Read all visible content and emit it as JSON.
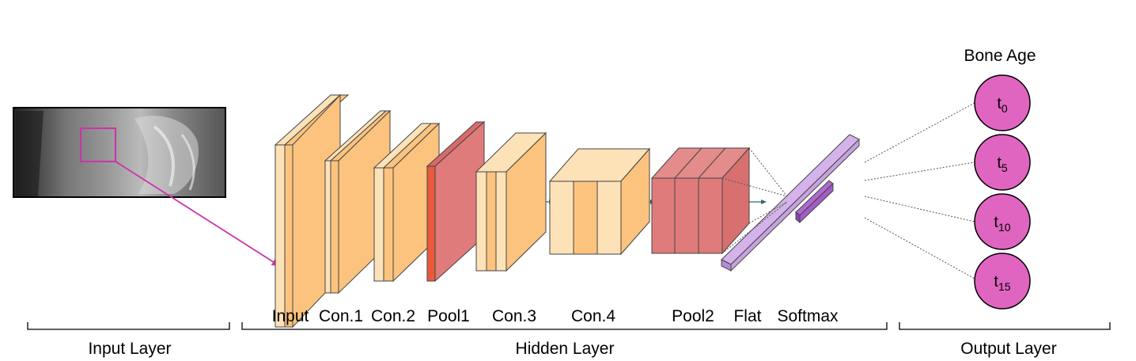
{
  "output": {
    "title": "Bone Age",
    "nodes": [
      {
        "base": "t",
        "sub": "0"
      },
      {
        "base": "t",
        "sub": "5"
      },
      {
        "base": "t",
        "sub": "10"
      },
      {
        "base": "t",
        "sub": "15"
      }
    ]
  },
  "layers": {
    "input": "Input",
    "con1": "Con.1",
    "con2": "Con.2",
    "pool1": "Pool1",
    "con3": "Con.3",
    "con4": "Con.4",
    "pool2": "Pool2",
    "flat": "Flat",
    "softmax": "Softmax"
  },
  "sections": {
    "input_layer": "Input Layer",
    "hidden_layer": "Hidden Layer",
    "output_layer": "Output Layer"
  },
  "colors": {
    "orange": "#fbc37e",
    "orange_light": "#fde2b8",
    "red": "#e07b7b",
    "purple": "#c8a2e0",
    "node": "#e065c0",
    "arrow": "#cc33aa"
  }
}
